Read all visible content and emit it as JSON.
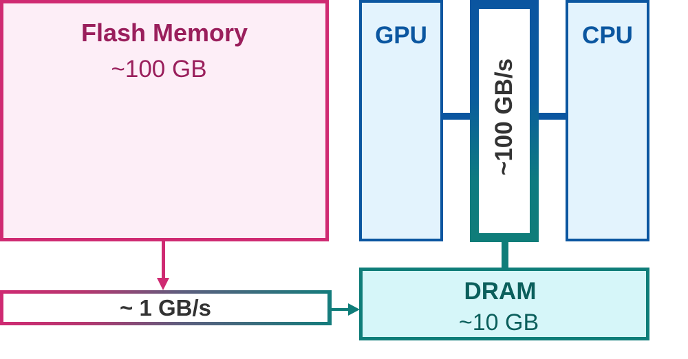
{
  "flash_memory": {
    "title": "Flash Memory",
    "capacity": "~100 GB"
  },
  "gpu": {
    "label": "GPU"
  },
  "cpu": {
    "label": "CPU"
  },
  "memory_bus": {
    "bandwidth": "~100 GB/s"
  },
  "flash_link": {
    "bandwidth": "~ 1 GB/s"
  },
  "dram": {
    "title": "DRAM",
    "capacity": "~10 GB"
  },
  "colors": {
    "flash": "#cf2a72",
    "flash_fill": "#fdeef7",
    "chip": "#0b56a0",
    "chip_fill": "#e3f3fd",
    "dram": "#0f7d79",
    "dram_fill": "#d6f6f9",
    "label_text": "#333333"
  }
}
